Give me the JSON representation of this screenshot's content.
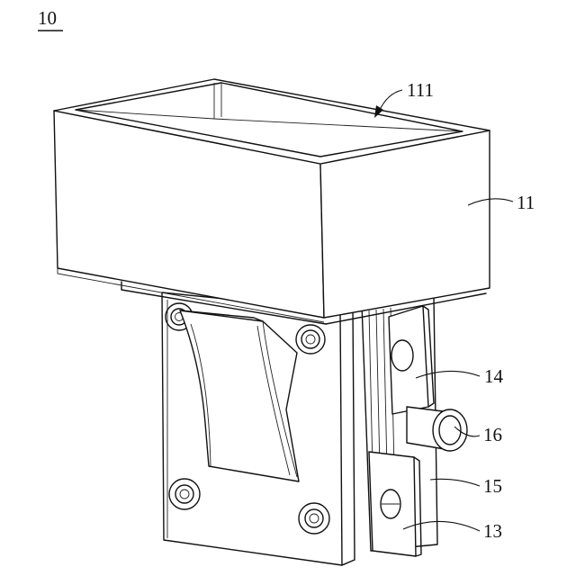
{
  "figure": {
    "number": "10",
    "labels": {
      "hopper": "11",
      "opening": "111",
      "plate_lower": "13",
      "plate_upper": "14",
      "bracket": "15",
      "tube": "16"
    }
  }
}
